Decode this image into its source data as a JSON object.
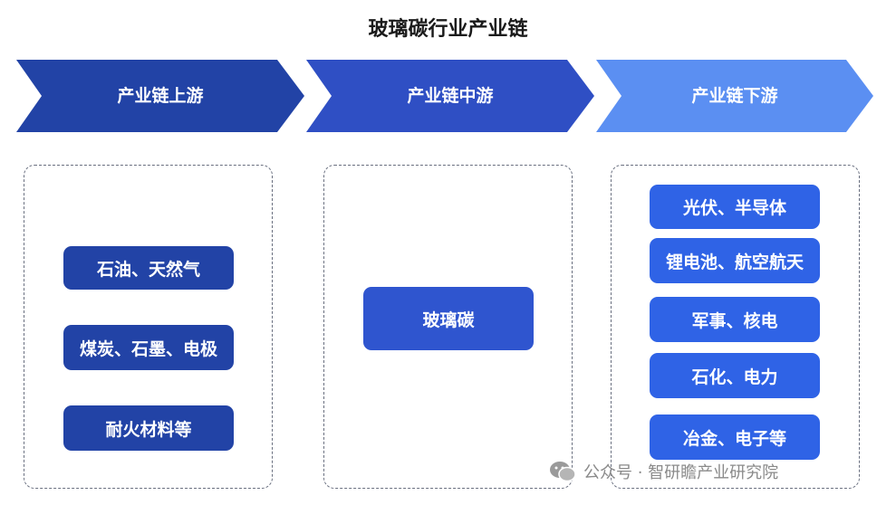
{
  "title": "玻璃碳行业产业链",
  "stages": [
    {
      "label": "产业链上游",
      "color": "#2243a6"
    },
    {
      "label": "产业链中游",
      "color": "#2f4fc4"
    },
    {
      "label": "产业链下游",
      "color": "#5b8ff2"
    }
  ],
  "upstream": {
    "items": [
      "石油、天然气",
      "煤炭、石墨、电极",
      "耐火材料等"
    ]
  },
  "midstream": {
    "items": [
      "玻璃碳"
    ]
  },
  "downstream": {
    "items": [
      "光伏、半导体",
      "锂电池、航空航天",
      "军事、核电",
      "石化、电力",
      "冶金、电子等"
    ]
  },
  "watermark": {
    "text": "公众号 · 智研瞻产业研究院"
  }
}
